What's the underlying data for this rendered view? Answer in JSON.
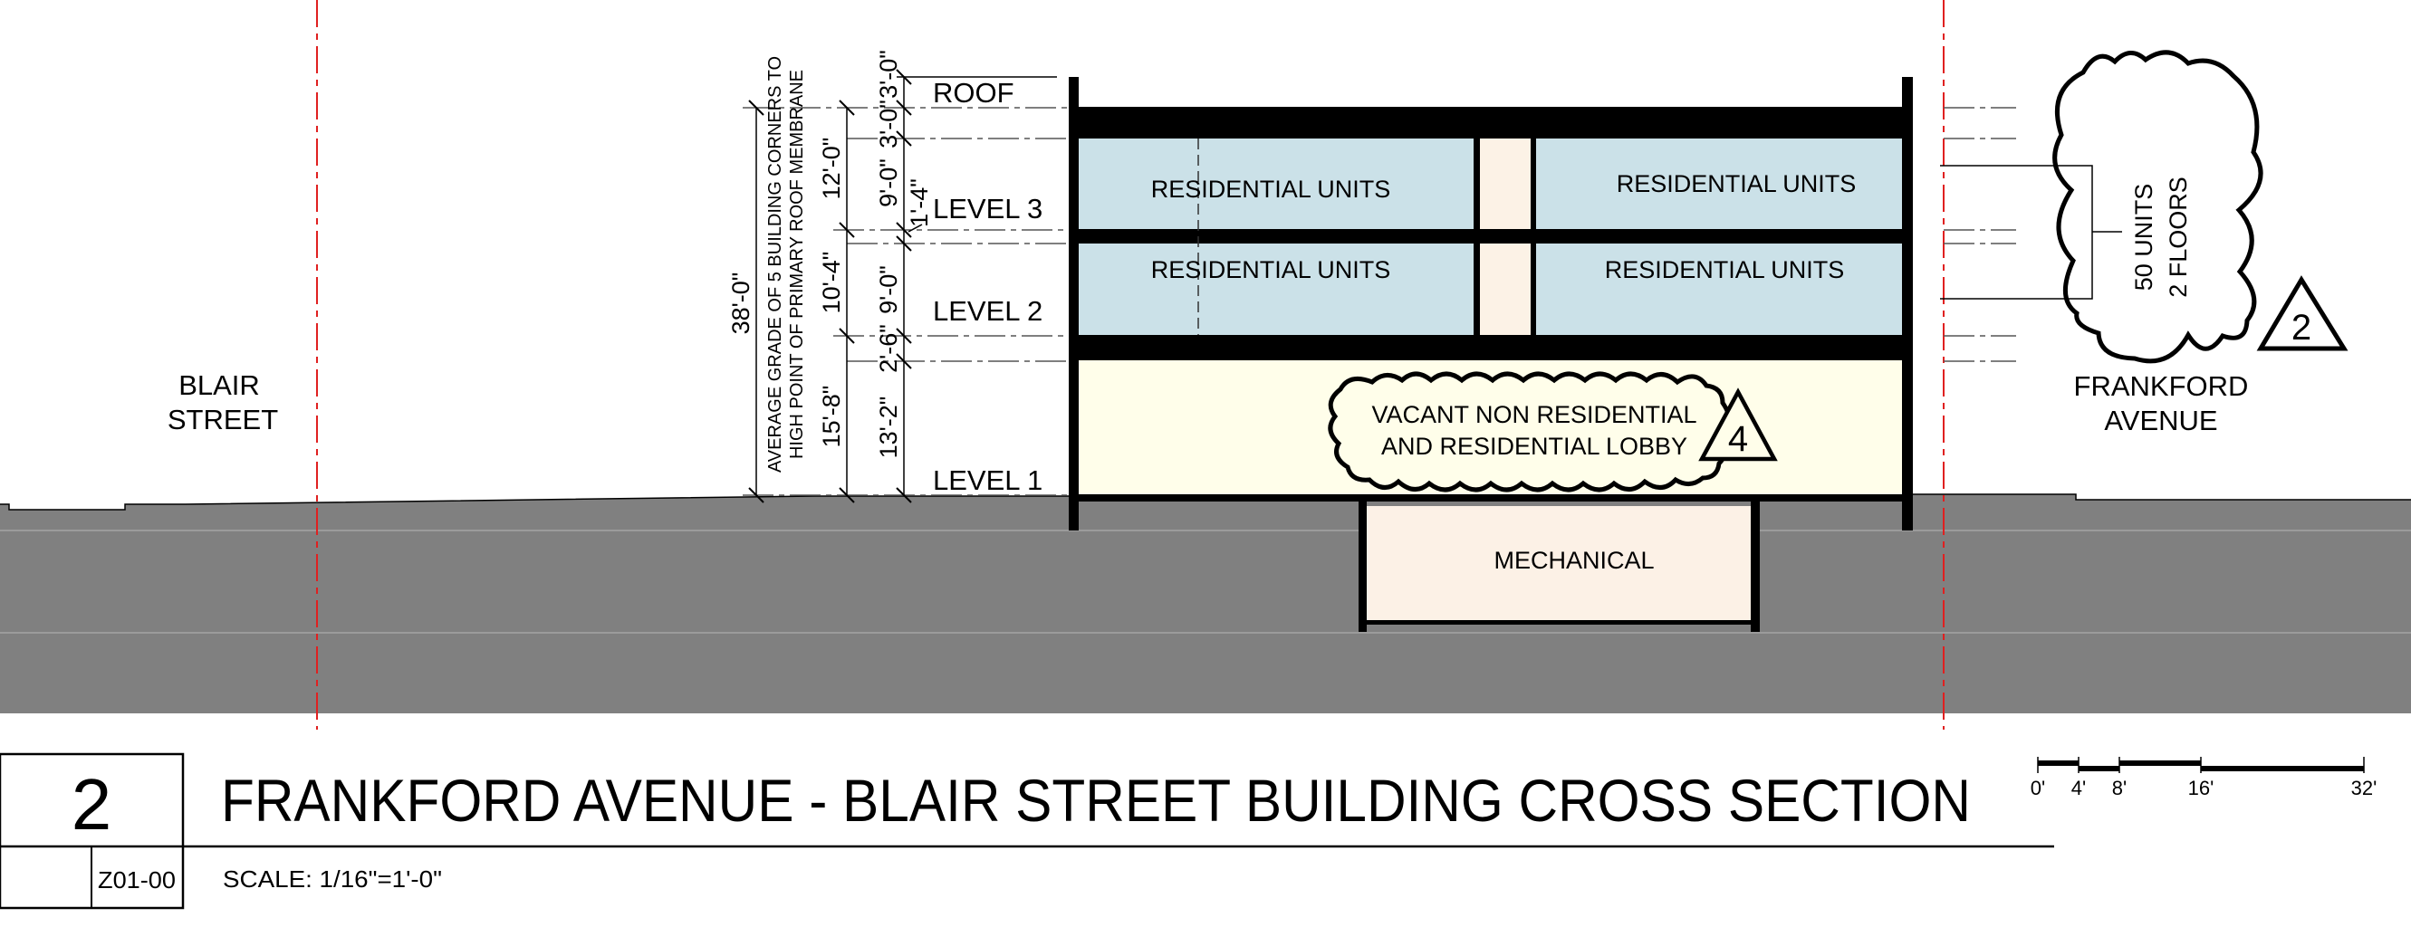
{
  "sheet": {
    "detail_number": "2",
    "sheet_ref": "Z01-00",
    "title": "FRANKFORD AVENUE - BLAIR STREET BUILDING CROSS SECTION",
    "scale_text": "SCALE:  1/16\"=1'-0\""
  },
  "streets": {
    "left": [
      "BLAIR",
      "STREET"
    ],
    "right": [
      "FRANKFORD",
      "AVENUE"
    ]
  },
  "levels": {
    "roof": "ROOF",
    "level3": "LEVEL 3",
    "level2": "LEVEL 2",
    "level1": "LEVEL 1"
  },
  "spaces": {
    "level3_left": "RESIDENTIAL UNITS",
    "level3_right": "RESIDENTIAL UNITS",
    "level2_left": "RESIDENTIAL UNITS",
    "level2_right": "RESIDENTIAL UNITS",
    "level1": [
      "VACANT NON RESIDENTIAL",
      "AND RESIDENTIAL LOBBY"
    ],
    "basement": "MECHANICAL"
  },
  "dimensions": {
    "overall_height": "38'-0\"",
    "overall_note": [
      "AVERAGE GRADE OF 5 BUILDING CORNERS TO",
      "HIGH POINT OF PRIMARY ROOF MEMBRANE"
    ],
    "floor_to_floor": [
      "12'-0\"",
      "10'-4\"",
      "15'-8\""
    ],
    "clear_heights": [
      "3'-0\"",
      "3'-0\"",
      "9'-0\"",
      "1'-4\"",
      "9'-0\"",
      "2'-6\"",
      "13'-2\""
    ]
  },
  "annotations": {
    "units_cloud": [
      "50 UNITS",
      "2 FLOORS"
    ],
    "revision_delta_units": "2",
    "revision_delta_lobby": "4"
  },
  "scale_bar": {
    "labels": [
      "0'",
      "4'",
      "8'",
      "16'",
      "32'"
    ]
  },
  "colors": {
    "residential": "#cbe1e8",
    "core": "#fcf2e6",
    "level1": "#fffeea",
    "mechanical": "#fcf1e6",
    "ground": "#808080",
    "property_line": "#e02020"
  }
}
